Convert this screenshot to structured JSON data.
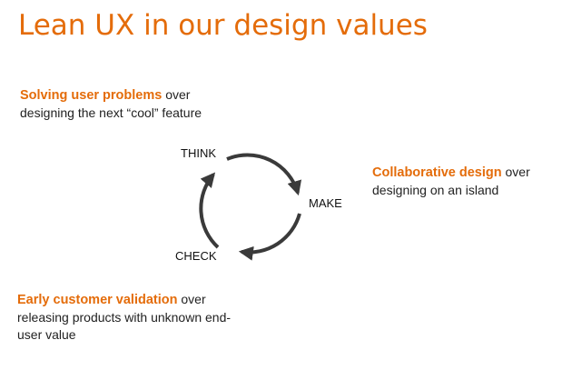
{
  "title": "Lean UX in our design values",
  "callouts": [
    {
      "emphasis": "Solving user problems",
      "rest": " over designing the next “cool” feature"
    },
    {
      "emphasis": "Collaborative design",
      "rest": " over designing on an island"
    },
    {
      "emphasis": "Early customer validation",
      "rest": " over releasing products with unknown end-user value"
    }
  ],
  "cycle": {
    "labels": [
      "THINK",
      "MAKE",
      "CHECK"
    ]
  },
  "colors": {
    "accent": "#e46c0a",
    "text": "#222222",
    "arrow": "#3a3a3a"
  }
}
